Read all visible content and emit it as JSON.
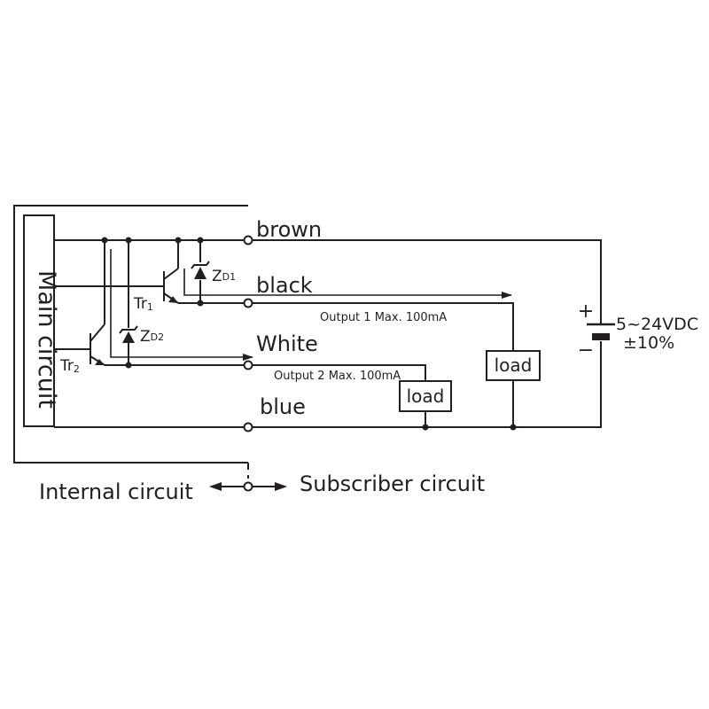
{
  "diagram": {
    "main_circuit_label": "Main circuit",
    "wires": {
      "brown": "brown",
      "black": "black",
      "white": "White",
      "blue": "blue"
    },
    "outputs": {
      "output1": "Output 1 Max. 100mA",
      "output2": "Output 2 Max. 100mA"
    },
    "loads": {
      "load1": "load",
      "load2": "load"
    },
    "transistors": {
      "tr1": {
        "letters": "Tr",
        "index": "1"
      },
      "tr2": {
        "letters": "Tr",
        "index": "2"
      }
    },
    "zeners": {
      "zd1": {
        "letter": "Z",
        "sub": "D1"
      },
      "zd2": {
        "letter": "Z",
        "sub": "D2"
      }
    },
    "supply": {
      "plus": "+",
      "minus": "−",
      "voltage": "5~24VDC",
      "tolerance": "±10%"
    },
    "footer": {
      "internal": "Internal circuit",
      "subscriber": "Subscriber circuit"
    },
    "colors": {
      "line": "#231f20",
      "background": "#ffffff"
    }
  }
}
